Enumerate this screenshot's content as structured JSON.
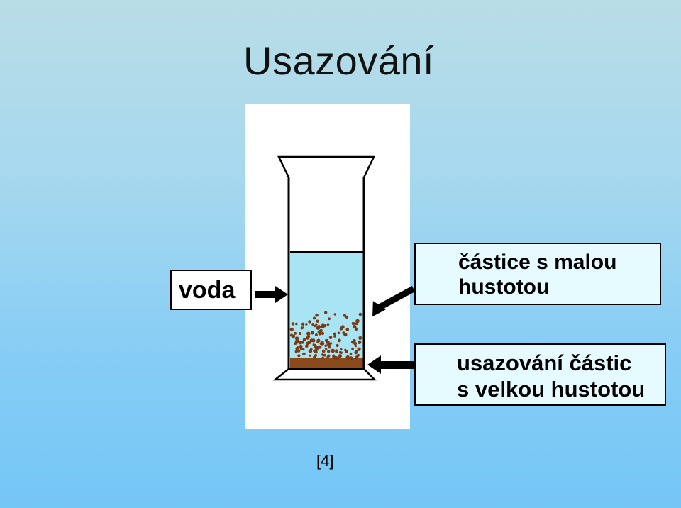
{
  "title": "Usazování",
  "labels": {
    "water": "voda",
    "light_particles": [
      "částice s malou",
      "hustotou"
    ],
    "sedimentation": [
      "usazování částic",
      "s velkou hustotou"
    ]
  },
  "citation": "[4]",
  "colors": {
    "water": "#a8e4f4",
    "sediment": "#8b4a1c",
    "particle": "#7a3a12",
    "label_fill": "#e6fbff"
  }
}
